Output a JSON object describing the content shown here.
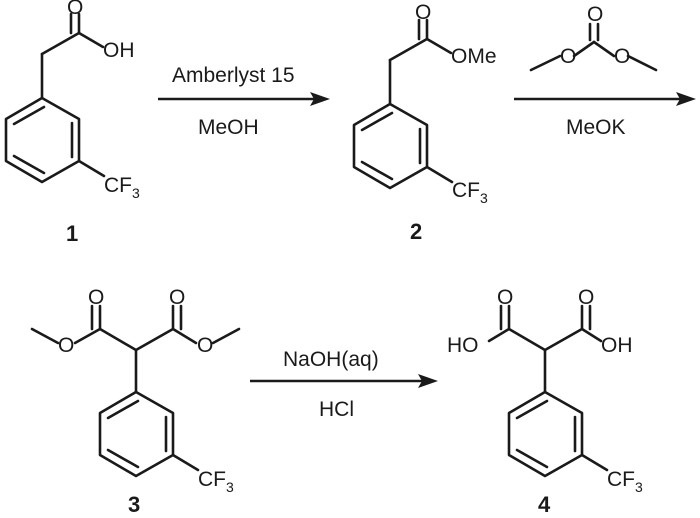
{
  "compounds": [
    {
      "number": "1",
      "acid_label": "OH",
      "substituent": "CF",
      "substituent_sub": "3"
    },
    {
      "number": "2",
      "ester_label": "OMe",
      "substituent": "CF",
      "substituent_sub": "3"
    },
    {
      "number": "3",
      "substituent": "CF",
      "substituent_sub": "3",
      "carbonyl_o_left": "O",
      "carbonyl_o_right": "O",
      "ester_o_left": "O",
      "ester_o_right": "O"
    },
    {
      "number": "4",
      "acid_left": "HO",
      "acid_right": "OH",
      "substituent": "CF",
      "substituent_sub": "3"
    }
  ],
  "compound_1_carbonyl_o": "O",
  "compound_2_carbonyl_o": "O",
  "compound_4_carbonyl_o_left": "O",
  "compound_4_carbonyl_o_right": "O",
  "reagent_dmc": {
    "carbonyl_o": "O",
    "left_o": "O",
    "right_o": "O"
  },
  "arrows": [
    {
      "above": "Amberlyst 15",
      "below": "MeOH"
    },
    {
      "above": "",
      "below": "MeOK"
    },
    {
      "above": "NaOH(aq)",
      "below": "HCl"
    }
  ]
}
